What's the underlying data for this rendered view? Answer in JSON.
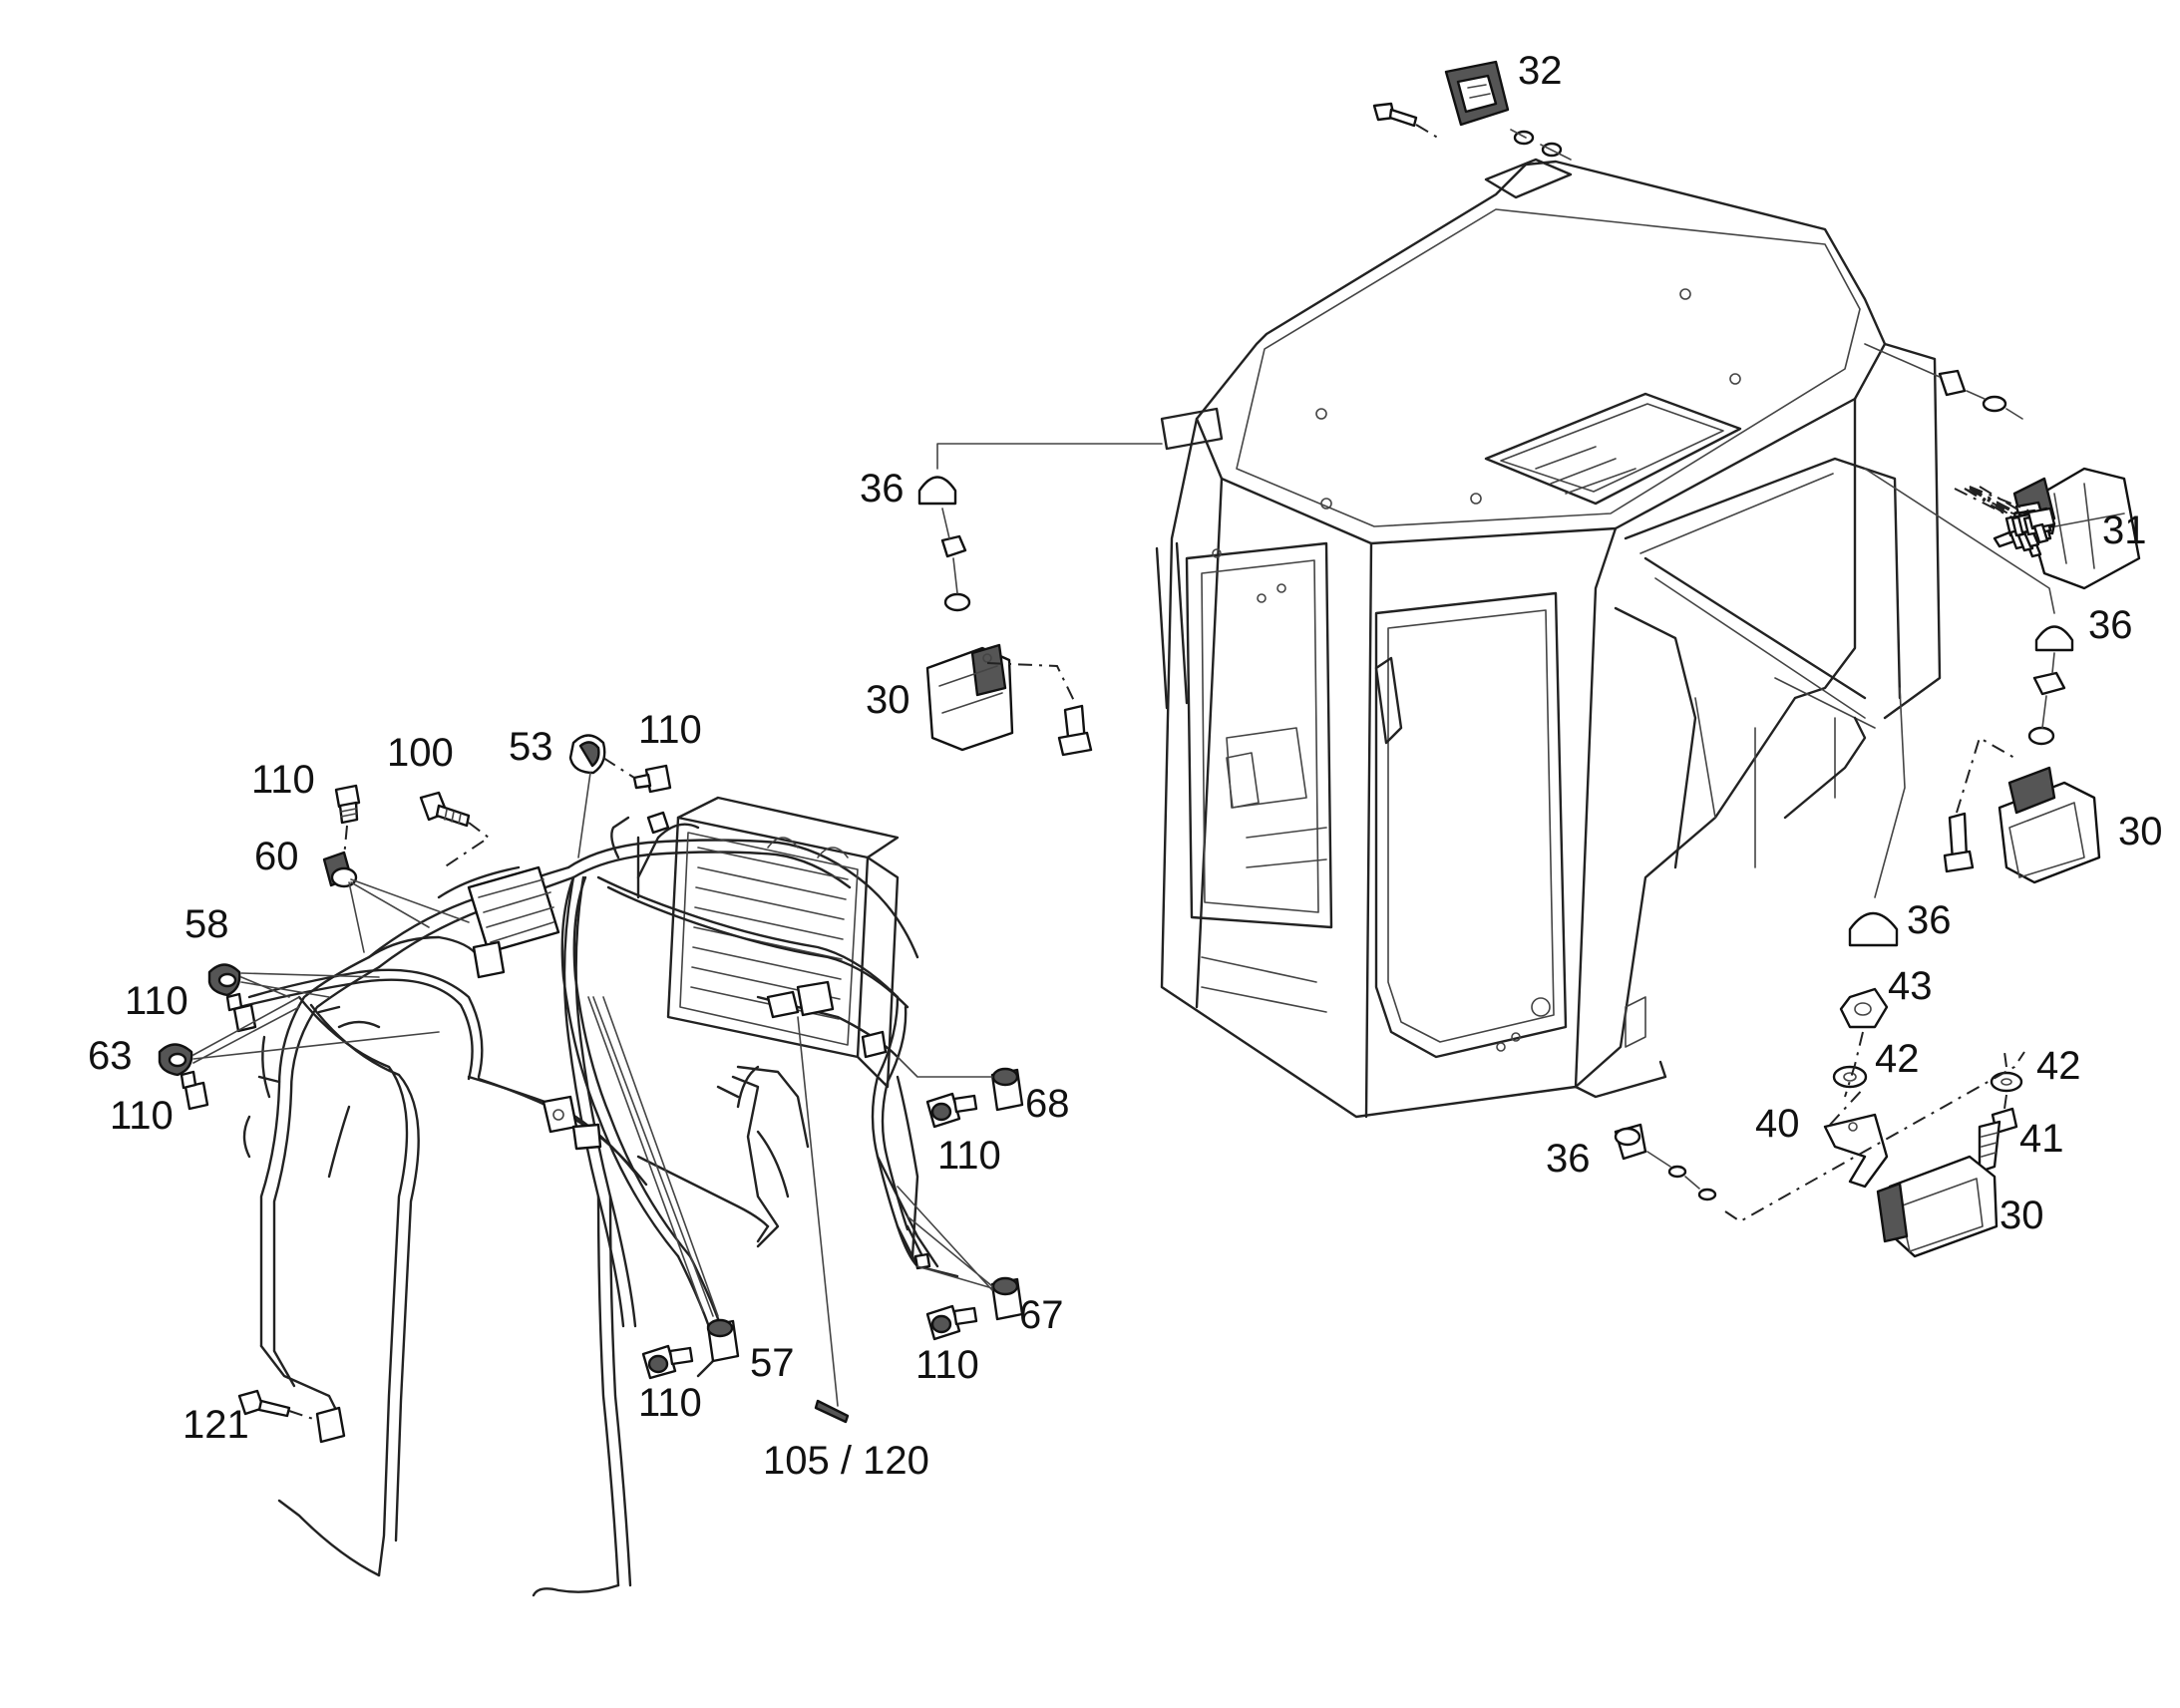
{
  "diagram": {
    "callouts": [
      {
        "id": "c32",
        "text": "32"
      },
      {
        "id": "c31",
        "text": "31"
      },
      {
        "id": "c36a",
        "text": "36"
      },
      {
        "id": "c30a",
        "text": "30"
      },
      {
        "id": "c36b",
        "text": "36"
      },
      {
        "id": "c30b",
        "text": "30"
      },
      {
        "id": "c36c",
        "text": "36"
      },
      {
        "id": "c43",
        "text": "43"
      },
      {
        "id": "c42a",
        "text": "42"
      },
      {
        "id": "c42b",
        "text": "42"
      },
      {
        "id": "c40",
        "text": "40"
      },
      {
        "id": "c41",
        "text": "41"
      },
      {
        "id": "c36d",
        "text": "36"
      },
      {
        "id": "c30c",
        "text": "30"
      },
      {
        "id": "c110a",
        "text": "110"
      },
      {
        "id": "c100",
        "text": "100"
      },
      {
        "id": "c53",
        "text": "53"
      },
      {
        "id": "c110b",
        "text": "110"
      },
      {
        "id": "c60",
        "text": "60"
      },
      {
        "id": "c58",
        "text": "58"
      },
      {
        "id": "c110c",
        "text": "110"
      },
      {
        "id": "c63",
        "text": "63"
      },
      {
        "id": "c110d",
        "text": "110"
      },
      {
        "id": "c68",
        "text": "68"
      },
      {
        "id": "c110e",
        "text": "110"
      },
      {
        "id": "c67",
        "text": "67"
      },
      {
        "id": "c110f",
        "text": "110"
      },
      {
        "id": "c57",
        "text": "57"
      },
      {
        "id": "c110g",
        "text": "110"
      },
      {
        "id": "c121",
        "text": "121"
      },
      {
        "id": "c105",
        "text": "105 / 120"
      }
    ]
  }
}
